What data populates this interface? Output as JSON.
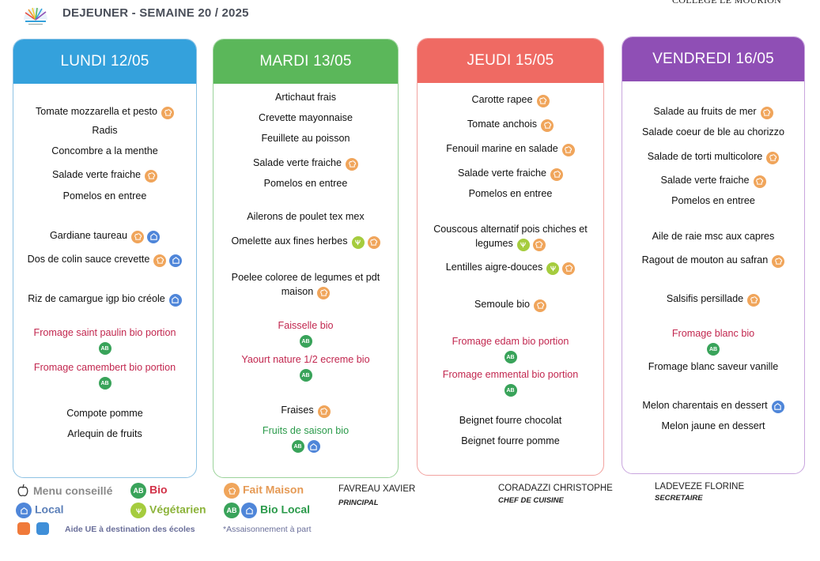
{
  "header": {
    "title": "DEJEUNER - SEMAINE 20 / 2025",
    "school": "COLLEGE LE MOURION"
  },
  "colors": {
    "lundi": "#34a1dc",
    "mardi": "#5bb75a",
    "jeudi": "#ef6a63",
    "vendredi": "#8f4fb5",
    "fait_maison": "#f0a55b",
    "bio": "#39a35a",
    "vegetarien": "#a5cc3e",
    "local": "#4f86d9",
    "red_text": "#c2274f"
  },
  "days": [
    {
      "label": "LUNDI 12/05",
      "items": [
        {
          "text": "Tomate mozzarella et pesto",
          "icons": [
            "fait-maison"
          ]
        },
        {
          "text": "Radis",
          "icons": []
        },
        {
          "text": "Concombre a la menthe",
          "icons": []
        },
        {
          "text": "Salade verte fraiche",
          "icons": [
            "fait-maison"
          ]
        },
        {
          "text": "Pomelos en entree",
          "icons": []
        },
        {
          "text": "Gardiane taureau",
          "icons": [
            "fait-maison",
            "local"
          ]
        },
        {
          "text": "Dos de colin sauce crevette",
          "icons": [
            "fait-maison",
            "local"
          ]
        },
        {
          "text": "Riz de camargue igp bio créole",
          "icons": [
            "local"
          ]
        },
        {
          "text": "Fromage saint paulin bio portion",
          "icons": [
            "bio"
          ],
          "color": "red"
        },
        {
          "text": "Fromage camembert bio portion",
          "icons": [
            "bio"
          ],
          "color": "red"
        },
        {
          "text": "Compote pomme",
          "icons": []
        },
        {
          "text": "Arlequin de fruits",
          "icons": []
        }
      ]
    },
    {
      "label": "MARDI 13/05",
      "items": [
        {
          "text": "Artichaut frais",
          "icons": []
        },
        {
          "text": "Crevette mayonnaise",
          "icons": []
        },
        {
          "text": "Feuillete au poisson",
          "icons": []
        },
        {
          "text": "Salade verte fraiche",
          "icons": [
            "fait-maison"
          ]
        },
        {
          "text": "Pomelos en entree",
          "icons": []
        },
        {
          "text": "Ailerons de poulet tex mex",
          "icons": []
        },
        {
          "text": "Omelette aux fines herbes",
          "icons": [
            "vegetarien",
            "fait-maison"
          ]
        },
        {
          "text": "Poelee coloree de legumes et pdt maison",
          "icons": [
            "fait-maison"
          ]
        },
        {
          "text": "Faisselle bio",
          "icons": [
            "bio"
          ],
          "color": "red"
        },
        {
          "text": "Yaourt nature 1/2 ecreme bio",
          "icons": [
            "bio"
          ],
          "color": "red"
        },
        {
          "text": "Fraises",
          "icons": [
            "fait-maison"
          ]
        },
        {
          "text": "Fruits de saison bio",
          "icons": [
            "bio",
            "local"
          ],
          "color": "green"
        }
      ]
    },
    {
      "label": "JEUDI 15/05",
      "items": [
        {
          "text": "Carotte rapee",
          "icons": [
            "fait-maison"
          ]
        },
        {
          "text": "Tomate anchois",
          "icons": [
            "fait-maison"
          ]
        },
        {
          "text": "Fenouil marine en salade",
          "icons": [
            "fait-maison"
          ]
        },
        {
          "text": "Salade verte fraiche",
          "icons": [
            "fait-maison"
          ]
        },
        {
          "text": "Pomelos en entree",
          "icons": []
        },
        {
          "text": "Couscous alternatif pois chiches et legumes",
          "icons": [
            "vegetarien",
            "fait-maison"
          ]
        },
        {
          "text": "Lentilles aigre-douces",
          "icons": [
            "vegetarien",
            "fait-maison"
          ]
        },
        {
          "text": "Semoule bio",
          "icons": [
            "fait-maison"
          ]
        },
        {
          "text": "Fromage edam bio portion",
          "icons": [
            "bio"
          ],
          "color": "red"
        },
        {
          "text": "Fromage emmental bio portion",
          "icons": [
            "bio"
          ],
          "color": "red"
        },
        {
          "text": "Beignet fourre chocolat",
          "icons": []
        },
        {
          "text": "Beignet fourre pomme",
          "icons": []
        }
      ]
    },
    {
      "label": "VENDREDI 16/05",
      "items": [
        {
          "text": "Salade au fruits de mer",
          "icons": [
            "fait-maison"
          ]
        },
        {
          "text": "Salade coeur de ble au chorizzo",
          "icons": []
        },
        {
          "text": "Salade de torti multicolore",
          "icons": [
            "fait-maison"
          ]
        },
        {
          "text": "Salade verte fraiche",
          "icons": [
            "fait-maison"
          ]
        },
        {
          "text": "Pomelos en entree",
          "icons": []
        },
        {
          "text": "Aile de raie msc aux capres",
          "icons": []
        },
        {
          "text": "Ragout de mouton au safran",
          "icons": [
            "fait-maison"
          ]
        },
        {
          "text": "Salsifis persillade",
          "icons": [
            "fait-maison"
          ]
        },
        {
          "text": "Fromage blanc bio",
          "icons": [
            "bio"
          ],
          "color": "red"
        },
        {
          "text": "Fromage blanc saveur vanille",
          "icons": []
        },
        {
          "text": "Melon charentais en dessert",
          "icons": [
            "local"
          ]
        },
        {
          "text": "Melon jaune en dessert",
          "icons": []
        }
      ]
    }
  ],
  "legend": {
    "menu_conseille": "Menu conseillé",
    "local": "Local",
    "bio": "Bio",
    "vegetarien": "Végétarien",
    "fait_maison": "Fait Maison",
    "bio_local": "Bio Local",
    "bio_icon_text": "AB",
    "aide_ue": "Aide UE à destination des écoles",
    "assaisonnement": "*Assaisonnement à part"
  },
  "signatures": [
    {
      "name": "FAVREAU XAVIER",
      "role": "PRINCIPAL"
    },
    {
      "name": "CORADAZZI CHRISTOPHE",
      "role": "CHEF DE CUISINE"
    },
    {
      "name": "LADEVEZE FLORINE",
      "role": "SECRETAIRE"
    }
  ]
}
